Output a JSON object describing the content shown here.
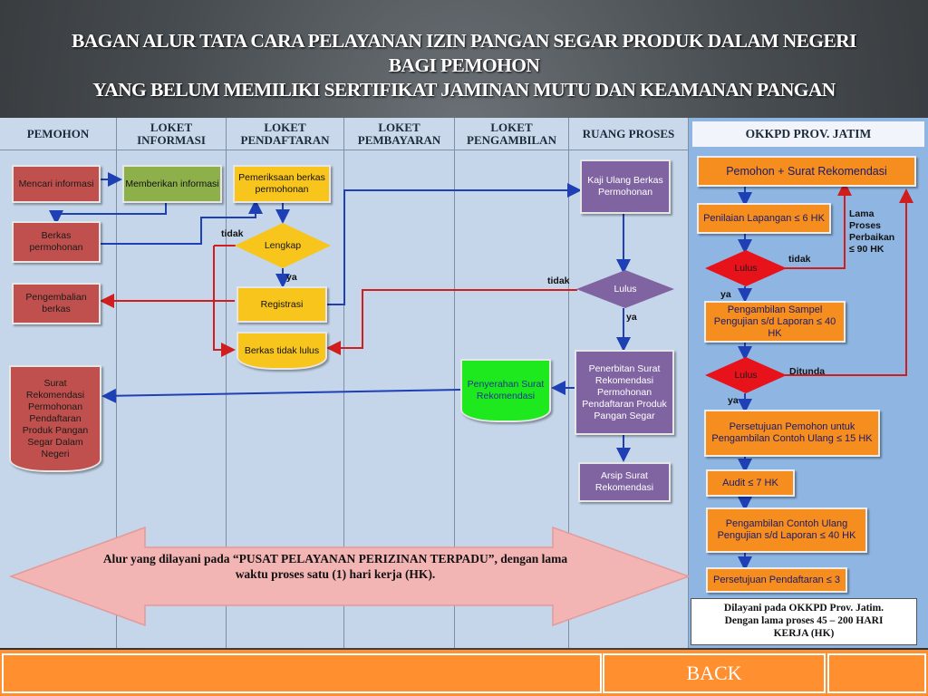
{
  "title": {
    "line1": "BAGAN ALUR TATA CARA PELAYANAN IZIN PANGAN SEGAR PRODUK DALAM NEGERI",
    "line2": "BAGI PEMOHON",
    "line3": "YANG BELUM MEMILIKI SERTIFIKAT JAMINAN MUTU DAN KEAMANAN PANGAN"
  },
  "columns": {
    "pemohon": "PEMOHON",
    "informasi": "LOKET INFORMASI",
    "pendaftaran": "LOKET PENDAFTARAN",
    "pembayaran": "LOKET PEMBAYARAN",
    "pengambilan": "LOKET PENGAMBILAN",
    "ruang": "RUANG PROSES",
    "okkpd": "OKKPD PROV. JATIM"
  },
  "nodes": {
    "mencari": "Mencari informasi",
    "berkas": "Berkas permohonan",
    "pengembalian": "Pengembalian berkas",
    "surat_rekom": "Surat Rekomendasi Permohonan Pendaftaran Produk Pangan Segar Dalam Negeri",
    "memberikan": "Memberikan informasi",
    "pemeriksaan": "Pemeriksaan berkas permohonan",
    "lengkap": "Lengkap",
    "registrasi": "Registrasi",
    "tidak_lulus": "Berkas tidak lulus",
    "penyerahan": "Penyerahan Surat Rekomendasi",
    "kaji_ulang": "Kaji Ulang Berkas Permohonan",
    "lulus_ruang": "Lulus",
    "penerbitan": "Penerbitan Surat Rekomendasi Permohonan Pendaftaran Produk Pangan Segar",
    "arsip": "Arsip Surat Rekomendasi",
    "ok_pemohon": "Pemohon + Surat Rekomendasi",
    "ok_penilaian": "Penilaian Lapangan ≤ 6 HK",
    "ok_lulus1": "Lulus",
    "ok_sampel": "Pengambilan Sampel Pengujian s/d Laporan ≤ 40 HK",
    "ok_lulus2": "Lulus",
    "ok_persetujuan": "Persetujuan Pemohon untuk Pengambilan Contoh Ulang ≤ 15 HK",
    "ok_audit": "Audit ≤ 7 HK",
    "ok_contoh": "Pengambilan Contoh Ulang Pengujian s/d Laporan ≤ 40 HK",
    "ok_pendaftaran": "Persetujuan Pendaftaran ≤ 3"
  },
  "labels": {
    "tidak1": "tidak",
    "ya1": "ya",
    "tidak2": "tidak",
    "ya2": "ya",
    "tidak3": "tidak",
    "ya3": "ya",
    "ditunda": "Ditunda",
    "ya4": "ya",
    "lama": "Lama Proses Perbaikan ≤ 90 HK"
  },
  "arrow_note": {
    "line1": "Alur yang dilayani pada “PUSAT PELAYANAN PERIZINAN TERPADU”, dengan lama",
    "line2": "waktu proses satu (1) hari kerja (HK)."
  },
  "okkpd_note": {
    "line1": "Dilayani pada OKKPD Prov. Jatim.",
    "line2": "Dengan lama proses 45 – 200 HARI",
    "line3": "KERJA (HK)"
  },
  "footer": {
    "back_label": "BACK"
  },
  "colors": {
    "footer": "#ff8f2f",
    "lane_bg": "#c5d6ea",
    "okkpd_bg": "#8fb6e2"
  }
}
